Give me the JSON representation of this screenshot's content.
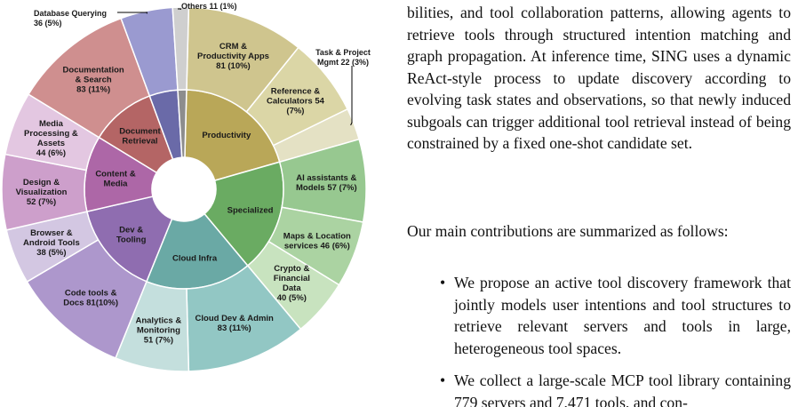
{
  "chart_data": {
    "type": "sunburst",
    "inner_ring": [
      {
        "name": "Productivity",
        "color": "#b9a758"
      },
      {
        "name": "Specialized",
        "color": "#6aab62"
      },
      {
        "name": "Cloud Infra",
        "color": "#6aa9a5"
      },
      {
        "name": "Dev &\nTooling",
        "color": "#8f6db0"
      },
      {
        "name": "Content &\nMedia",
        "color": "#ad67a7"
      },
      {
        "name": "Document\nRetrieval",
        "color": "#b46565"
      },
      {
        "name": "",
        "color": "#6a6aa8"
      },
      {
        "name": "",
        "color": "#8d8d8d"
      }
    ],
    "outer_ring": [
      {
        "label": "CRM &\nProductivity Apps\n81 (10%)",
        "value": 81,
        "group": "Productivity",
        "color": "#cfc58e"
      },
      {
        "label": "Reference &\nCalculators 54\n(7%)",
        "value": 54,
        "group": "Productivity",
        "color": "#dbd6a6"
      },
      {
        "label": "Task & Project\nMgmt 22 (3%)",
        "value": 22,
        "group": "Productivity",
        "color": "#e4e1c4"
      },
      {
        "label": "AI assistants &\nModels 57 (7%)",
        "value": 57,
        "group": "Specialized",
        "color": "#97c890"
      },
      {
        "label": "Maps & Location\nservices 46 (6%)",
        "value": 46,
        "group": "Specialized",
        "color": "#abd3a2"
      },
      {
        "label": "Crypto &\nFinancial\nData\n40 (5%)",
        "value": 40,
        "group": "Specialized",
        "color": "#c8e3bf"
      },
      {
        "label": "Cloud Dev & Admin\n83 (11%)",
        "value": 83,
        "group": "Cloud Infra",
        "color": "#92c7c4"
      },
      {
        "label": "Analytics &\nMonitoring\n51 (7%)",
        "value": 51,
        "group": "Cloud Infra",
        "color": "#c4dfdd"
      },
      {
        "label": "Code tools &\nDocs 81(10%)",
        "value": 81,
        "group": "Dev &\nTooling",
        "color": "#ad97cc"
      },
      {
        "label": "Browser &\nAndroid Tools\n38 (5%)",
        "value": 38,
        "group": "Dev &\nTooling",
        "color": "#d3c7e2"
      },
      {
        "label": "Design &\nVisualization\n52 (7%)",
        "value": 52,
        "group": "Content &\nMedia",
        "color": "#cd9fcb"
      },
      {
        "label": "Media\nProcessing &\nAssets\n44 (6%)",
        "value": 44,
        "group": "Content &\nMedia",
        "color": "#e3c7e1"
      },
      {
        "label": "Documentation\n& Search\n83 (11%)",
        "value": 83,
        "group": "Document\nRetrieval",
        "color": "#cf8f8f"
      },
      {
        "label": "Database Querying\n36 (5%)",
        "value": 36,
        "group": "",
        "color": "#9a9ad0",
        "callout": true
      },
      {
        "label": "Others 11 (1%)",
        "value": 11,
        "group": "",
        "color": "#cfcfcf",
        "callout": true
      }
    ]
  },
  "article": {
    "para1": "bilities, and tool collaboration patterns, allowing agents to retrieve tools through structured intention matching and graph propagation. At inference time, SING uses a dynamic ReAct-style process to update discovery according to evolving task states and observations, so that newly induced subgoals can trigger additional tool retrieval instead of being constrained by a fixed one-shot candidate set.",
    "para2": "Our main contributions are summarized as follows:",
    "bullets": [
      "We propose an active tool discovery framework that jointly models user intentions and tool structures to retrieve relevant servers and tools in large, heterogeneous tool spaces.",
      "We collect a large-scale MCP tool library containing 779 servers and 7,471 tools, and con-"
    ],
    "bullet_symbol": "•"
  }
}
